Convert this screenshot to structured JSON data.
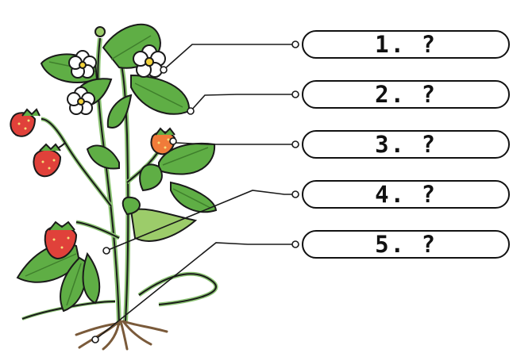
{
  "labels": [
    {
      "id": 1,
      "text": "1. ?",
      "points_to": "flower"
    },
    {
      "id": 2,
      "text": "2. ?",
      "points_to": "leaf"
    },
    {
      "id": 3,
      "text": "3. ?",
      "points_to": "fruit"
    },
    {
      "id": 4,
      "text": "4. ?",
      "points_to": "stem"
    },
    {
      "id": 5,
      "text": "5. ?",
      "points_to": "root"
    }
  ],
  "colors": {
    "leaf": "#5fae45",
    "leaf_dark": "#3f7f2c",
    "stem": "#8cc474",
    "berry": "#e0413a",
    "berry_unripe": "#f07b3a",
    "petal": "#ffffff",
    "flower_center": "#f2d23a",
    "root": "#7a5a3a",
    "outline": "#1a1a1a"
  }
}
